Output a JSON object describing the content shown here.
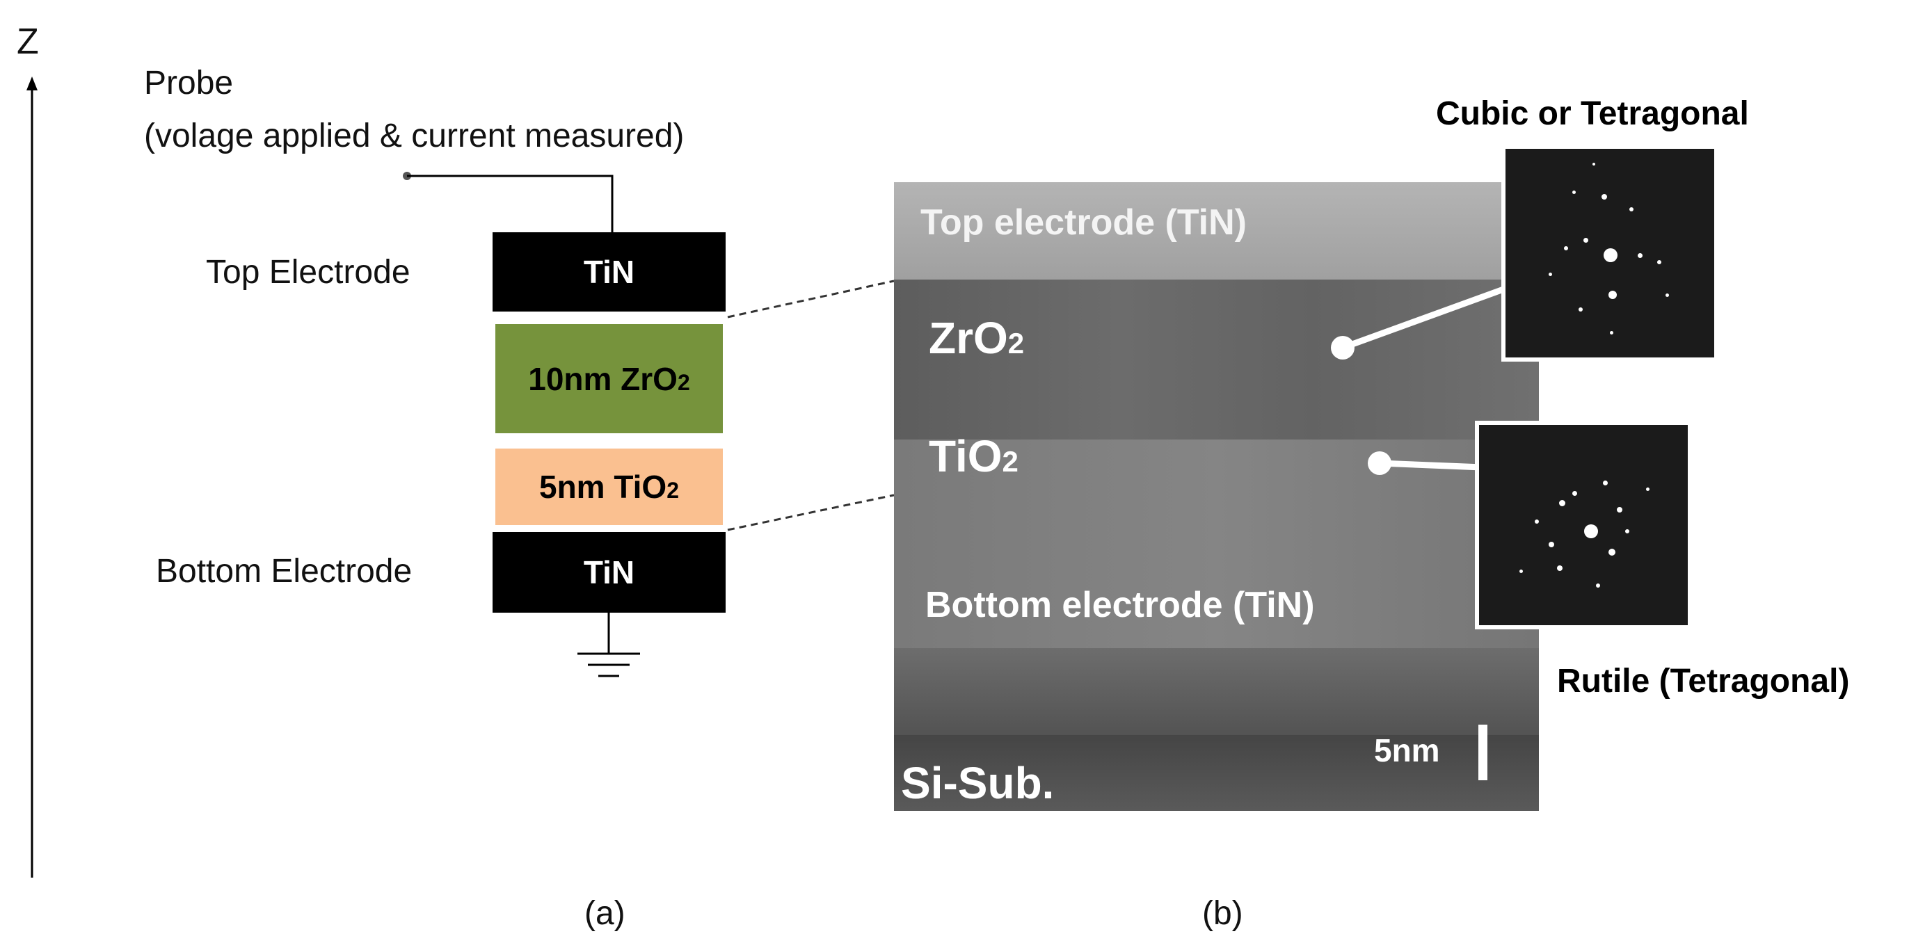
{
  "axis": {
    "label": "Z"
  },
  "panel_a": {
    "probe_line1": "Probe",
    "probe_line2": "(volage applied & current measured)",
    "top_electrode_label": "Top Electrode",
    "bottom_electrode_label": "Bottom Electrode",
    "top_layer": "TiN",
    "zro2_layer": {
      "prefix": "10nm ZrO",
      "sub": "2"
    },
    "tio2_layer": {
      "prefix": "5nm TiO",
      "sub": "2"
    },
    "bottom_layer": "TiN",
    "caption": "(a)",
    "colors": {
      "electrode": "#000000",
      "zro2": "#76933c",
      "tio2": "#fac090"
    }
  },
  "panel_b": {
    "top_electrode": "Top electrode (TiN)",
    "zro2": {
      "prefix": "ZrO",
      "sub": "2"
    },
    "tio2": {
      "prefix": "TiO",
      "sub": "2"
    },
    "bottom_electrode": "Bottom electrode (TiN)",
    "substrate": "Si-Sub.",
    "scale_bar": "5nm",
    "diffraction_top_label": "Cubic or Tetragonal",
    "diffraction_bottom_label": "Rutile (Tetragonal)",
    "caption": "(b)"
  }
}
